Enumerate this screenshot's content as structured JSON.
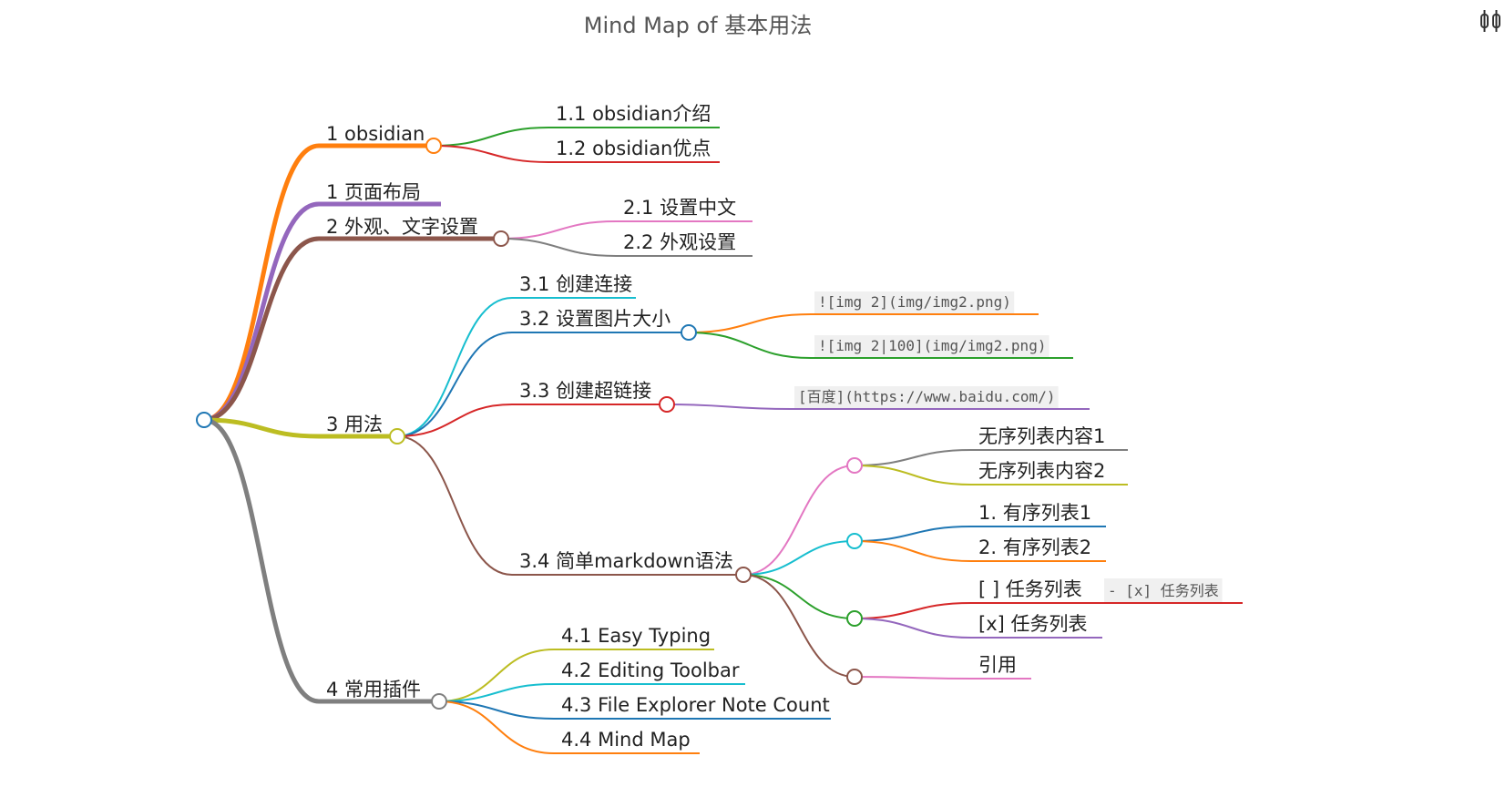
{
  "title": "Mind Map of 基本用法",
  "toolbar": {
    "icon": "toolbar-columns-icon"
  },
  "branches": [
    {
      "id": "b1",
      "label": "1 obsidian",
      "color": "#ff7f0e",
      "children": [
        {
          "id": "b1c1",
          "label": "1.1 obsidian介绍",
          "color": "#2ca02c"
        },
        {
          "id": "b1c2",
          "label": "1.2 obsidian优点",
          "color": "#d62728"
        }
      ]
    },
    {
      "id": "b2",
      "label": "1 页面布局",
      "color": "#9467bd",
      "children": []
    },
    {
      "id": "b3",
      "label": "2 外观、文字设置",
      "color": "#8c564b",
      "children": [
        {
          "id": "b3c1",
          "label": "2.1 设置中文",
          "color": "#e377c2"
        },
        {
          "id": "b3c2",
          "label": "2.2 外观设置",
          "color": "#7f7f7f"
        }
      ]
    },
    {
      "id": "b4",
      "label": "3 用法",
      "color": "#bcbd22",
      "children": [
        {
          "id": "b4c1",
          "label": "3.1 创建连接",
          "color": "#17becf"
        },
        {
          "id": "b4c2",
          "label": "3.2 设置图片大小",
          "color": "#1f77b4",
          "children": [
            {
              "id": "b4c2a",
              "label": "![img 2](img/img2.png)",
              "color": "#ff7f0e",
              "code": true
            },
            {
              "id": "b4c2b",
              "label": "![img 2|100](img/img2.png)",
              "color": "#2ca02c",
              "code": true
            }
          ]
        },
        {
          "id": "b4c3",
          "label": "3.3 创建超链接",
          "color": "#d62728",
          "children": [
            {
              "id": "b4c3a",
              "label": "[百度](https://www.baidu.com/)",
              "color": "#9467bd",
              "code": true
            }
          ]
        },
        {
          "id": "b4c4",
          "label": "3.4 简单markdown语法",
          "color": "#8c564b",
          "children": [
            {
              "id": "g1",
              "color": "#e377c2",
              "children": [
                {
                  "id": "g1a",
                  "label": "无序列表内容1",
                  "color": "#7f7f7f"
                },
                {
                  "id": "g1b",
                  "label": "无序列表内容2",
                  "color": "#bcbd22"
                }
              ]
            },
            {
              "id": "g2",
              "color": "#17becf",
              "children": [
                {
                  "id": "g2a",
                  "label": "1. 有序列表1",
                  "color": "#1f77b4"
                },
                {
                  "id": "g2b",
                  "label": "2. 有序列表2",
                  "color": "#ff7f0e"
                }
              ]
            },
            {
              "id": "g3",
              "color": "#2ca02c",
              "children": [
                {
                  "id": "g3a",
                  "label": "[ ] 任务列表",
                  "suffix": "- [x] 任务列表",
                  "color": "#d62728"
                },
                {
                  "id": "g3b",
                  "label": "[x] 任务列表",
                  "color": "#9467bd"
                }
              ]
            },
            {
              "id": "g4",
              "color": "#8c564b",
              "children": [
                {
                  "id": "g4a",
                  "label": "引用",
                  "color": "#e377c2"
                }
              ]
            }
          ]
        }
      ]
    },
    {
      "id": "b5",
      "label": "4 常用插件",
      "color": "#7f7f7f",
      "children": [
        {
          "id": "b5c1",
          "label": "4.1 Easy Typing",
          "color": "#bcbd22"
        },
        {
          "id": "b5c2",
          "label": "4.2 Editing Toolbar",
          "color": "#17becf"
        },
        {
          "id": "b5c3",
          "label": "4.3 File Explorer Note Count",
          "color": "#1f77b4"
        },
        {
          "id": "b5c4",
          "label": "4.4 Mind Map",
          "color": "#ff7f0e"
        }
      ]
    }
  ],
  "root": {
    "color": "#1f77b4"
  }
}
